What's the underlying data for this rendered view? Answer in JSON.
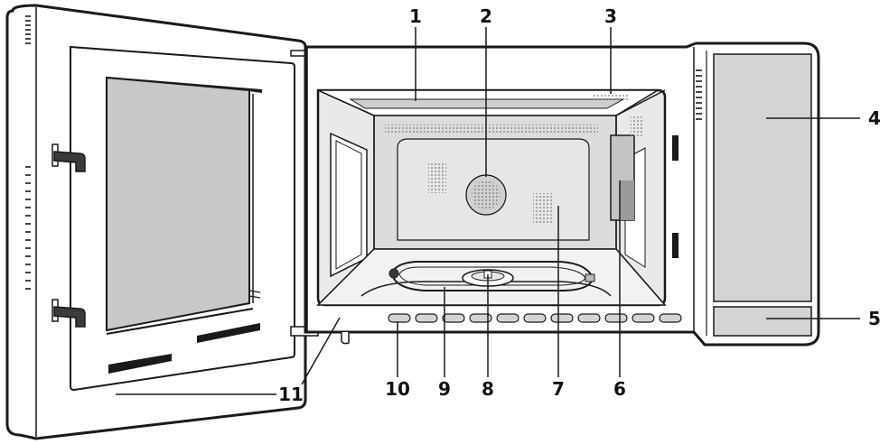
{
  "colors": {
    "outline": "#1a1a1a",
    "body_fill": "#ffffff",
    "window_fill": "#c8c8c8",
    "panel_fill": "#d4d4d4",
    "cavity_wall": "#e9e9e9",
    "back_wall": "#dcdcdc",
    "dark_slot": "#1a1a1a",
    "dots": "#777777"
  },
  "callouts": [
    {
      "id": "1",
      "label": "1"
    },
    {
      "id": "2",
      "label": "2"
    },
    {
      "id": "3",
      "label": "3"
    },
    {
      "id": "4",
      "label": "4"
    },
    {
      "id": "5",
      "label": "5"
    },
    {
      "id": "6",
      "label": "6"
    },
    {
      "id": "7",
      "label": "7"
    },
    {
      "id": "8",
      "label": "8"
    },
    {
      "id": "9",
      "label": "9"
    },
    {
      "id": "10",
      "label": "10"
    },
    {
      "id": "11",
      "label": "11"
    }
  ]
}
